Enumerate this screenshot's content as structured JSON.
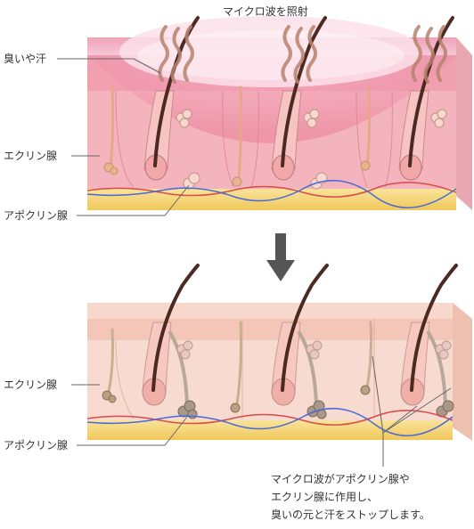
{
  "title": "マイクロ波を照射",
  "top_panel": {
    "labels": {
      "odor_sweat": "臭いや汗",
      "eccrine": "エクリン腺",
      "apocrine": "アポクリン腺"
    }
  },
  "bottom_panel": {
    "labels": {
      "eccrine": "エクリン腺",
      "apocrine": "アポクリン腺"
    },
    "caption": [
      "マイクロ波がアポクリン腺や",
      "エクリン腺に作用し、",
      "臭いの元と汗をストップします。"
    ]
  },
  "colors": {
    "skin": "#f6d2c6",
    "epidermis": "#f3b8a6",
    "fat": "#f5d77a",
    "hair": "#4a2a22",
    "microwave": "#e86a8c",
    "arrow": "#555555",
    "leader": "#666666",
    "odor": "#b8826e"
  }
}
